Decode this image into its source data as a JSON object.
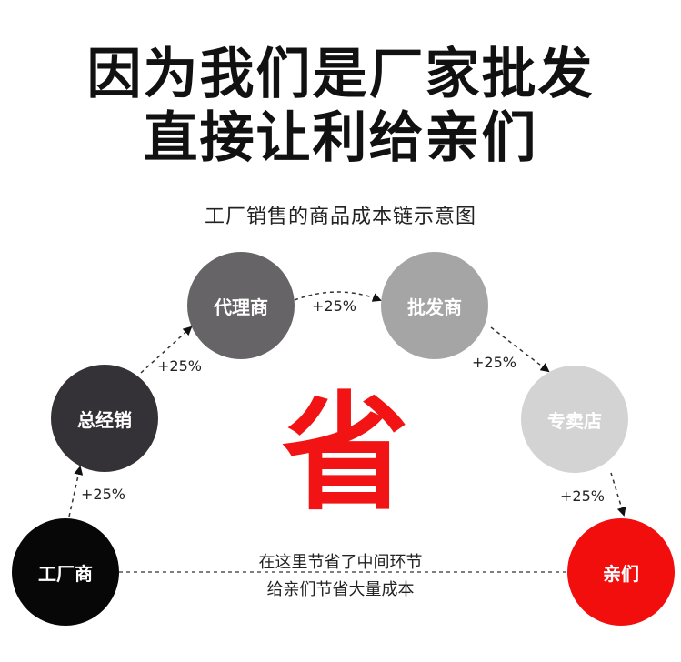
{
  "headline": {
    "line1": "因为我们是厂家批发",
    "line2": "直接让利给亲们"
  },
  "subtitle": "工厂销售的商品成本链示意图",
  "nodes": [
    {
      "label": "工厂商",
      "color": "#070707"
    },
    {
      "label": "总经销",
      "color": "#343236"
    },
    {
      "label": "代理商",
      "color": "#666466"
    },
    {
      "label": "批发商",
      "color": "#a6a5a6"
    },
    {
      "label": "专卖店",
      "color": "#d3d3d3"
    },
    {
      "label": "亲们",
      "color": "#f30e0e"
    }
  ],
  "markups": [
    "+25%",
    "+25%",
    "+25%",
    "+25%",
    "+25%"
  ],
  "big_char": "省",
  "note": {
    "line1": "在这里节省了中间环节",
    "line2": "给亲们节省大量成本"
  }
}
